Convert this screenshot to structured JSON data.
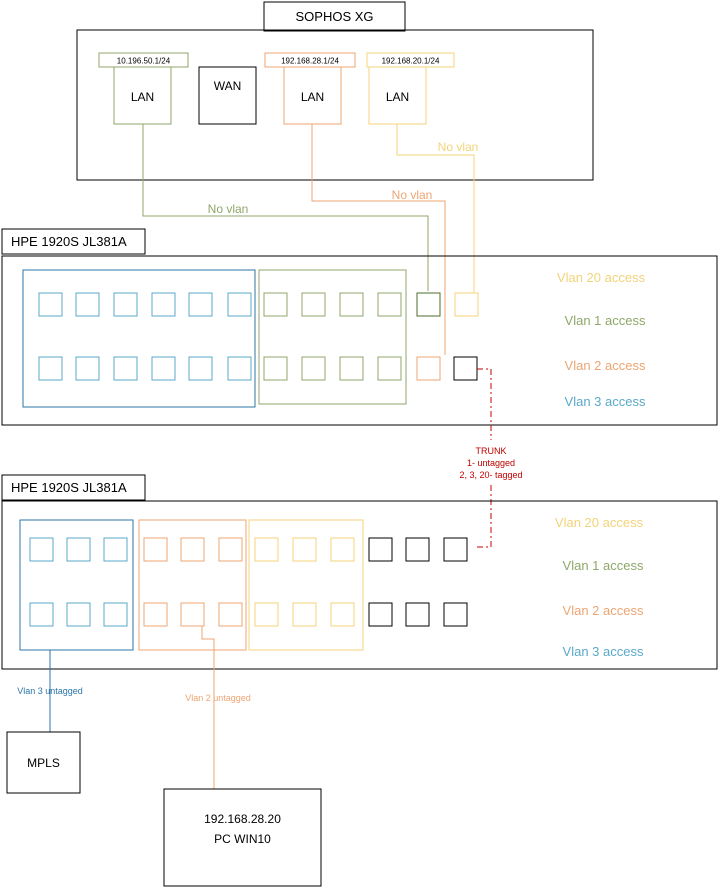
{
  "firewall": {
    "title": "SOPHOS XG",
    "ports": [
      {
        "label": "LAN",
        "ip": "10.196.50.1/24",
        "color": "#8fa76a"
      },
      {
        "label": "WAN",
        "ip": "",
        "color": "#000000"
      },
      {
        "label": "LAN",
        "ip": "192.168.28.1/24",
        "color": "#eca573"
      },
      {
        "label": "LAN",
        "ip": "192.168.20.1/24",
        "color": "#f3d37a"
      }
    ]
  },
  "links": {
    "no_vlan_green": "No vlan",
    "no_vlan_orange": "No vlan",
    "no_vlan_yellow": "No vlan"
  },
  "switch1": {
    "title": "HPE 1920S  JL381A",
    "legend": [
      "Vlan 20 access",
      "Vlan 1 access",
      "Vlan 2 access",
      "Vlan 3 access"
    ]
  },
  "trunk": {
    "lines": [
      "TRUNK",
      "1- untagged",
      "2, 3, 20- tagged"
    ],
    "color": "#c00000"
  },
  "switch2": {
    "title": "HPE 1920S  JL381A",
    "legend": [
      "Vlan 20 access",
      "Vlan 1 access",
      "Vlan 2 access",
      "Vlan 3 access"
    ]
  },
  "mpls": {
    "label": "MPLS",
    "link_label": "Vlan 3 untagged"
  },
  "pc": {
    "ip": "192.168.28.20",
    "name": "PC WIN10",
    "link_label": "Vlan 2 untagged"
  },
  "colors": {
    "vlan20": "#f3d37a",
    "vlan1": "#8fa76a",
    "vlan2": "#eca573",
    "vlan3": "#5aa9c9",
    "vlan3_dark": "#2e75a8",
    "trunk": "#c00000"
  }
}
